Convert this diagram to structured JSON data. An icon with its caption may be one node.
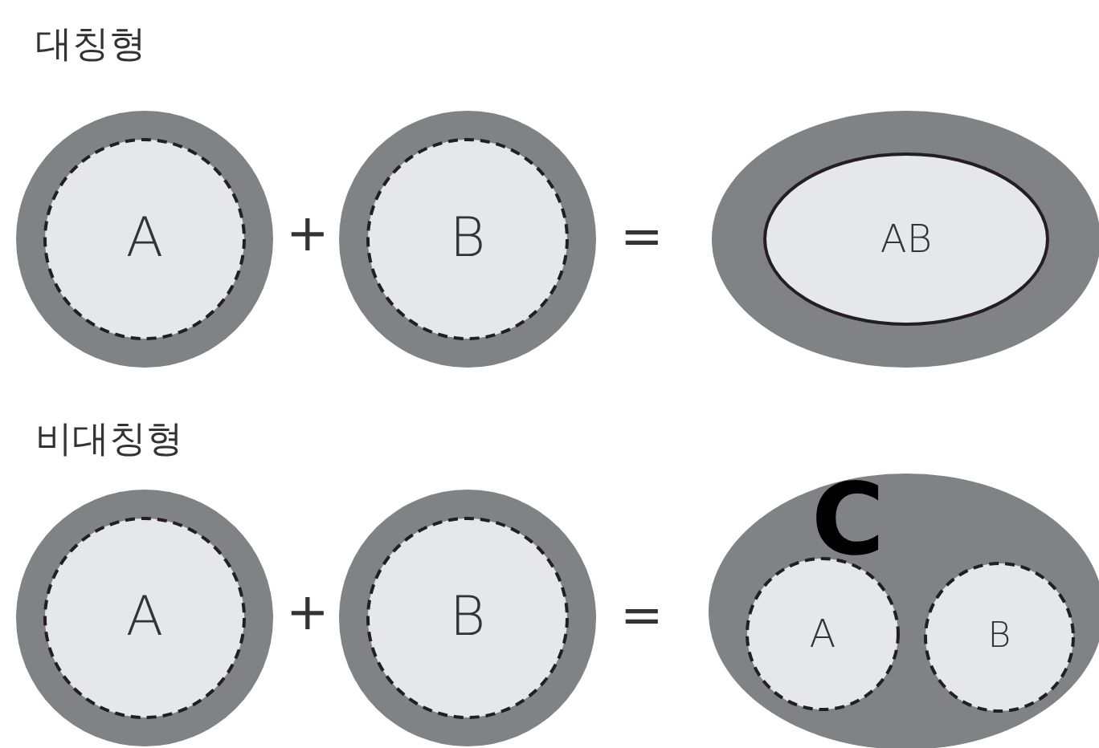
{
  "diagram": {
    "nodes": [
      {
        "text": [
          "A"
        ]
      },
      {
        "text": [
          "B"
        ]
      },
      {
        "text": [
          "AB"
        ]
      },
      {
        "text": [
          "A"
        ]
      },
      {
        "text": [
          "B"
        ]
      },
      {
        "text": [
          "C"
        ]
      },
      {
        "text": [
          "A"
        ],
        "in": 5
      },
      {
        "text": [
          "B"
        ],
        "in": 5
      }
    ],
    "labels": [
      "대칭형",
      "+",
      "=",
      "비대칭형",
      "+",
      "="
    ]
  }
}
